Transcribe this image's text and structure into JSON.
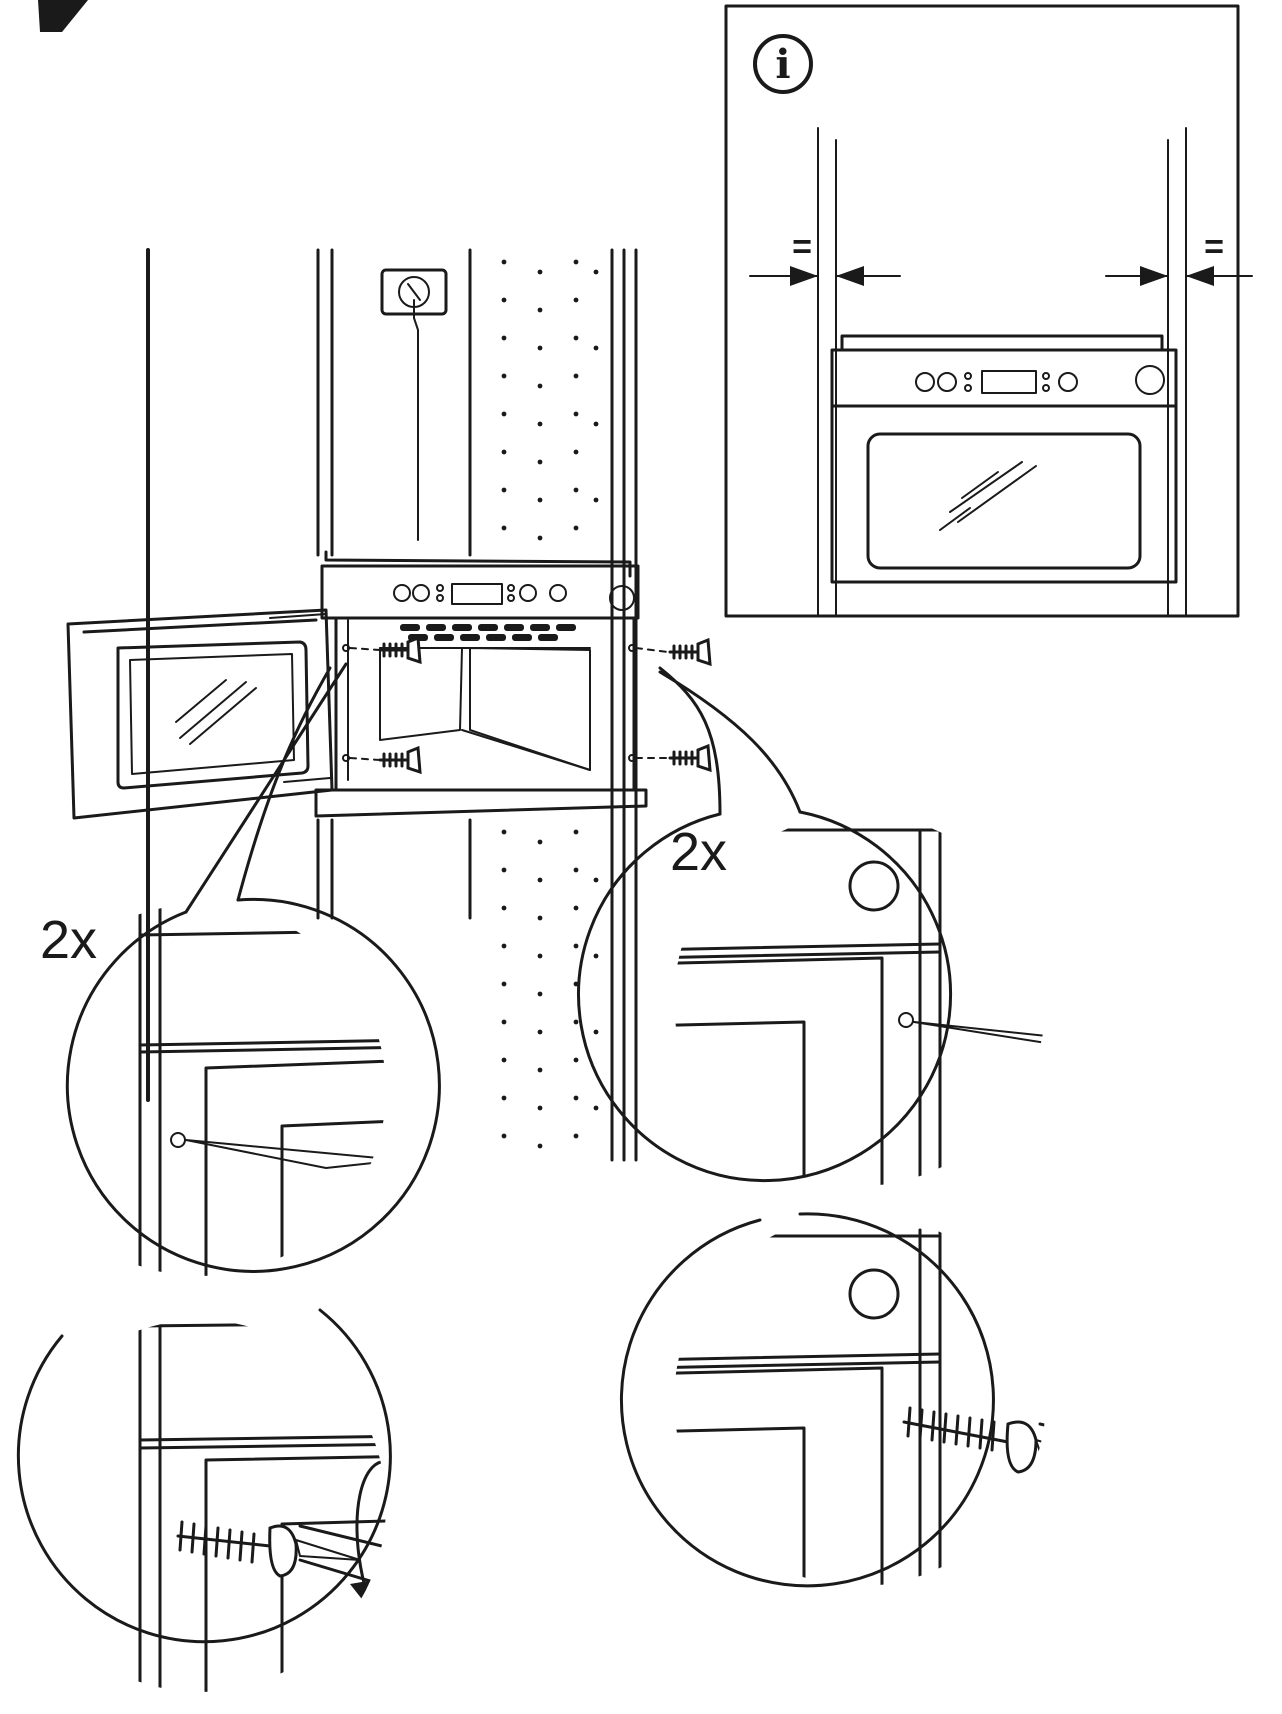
{
  "step": {
    "quantity_left": "2x",
    "quantity_right": "2x"
  },
  "info_panel": {
    "icon_letter": "i",
    "equal_mark_left": "=",
    "equal_mark_right": "="
  },
  "icons": [
    "info-icon",
    "rotate-clockwise-icon",
    "screw-icon",
    "screwdriver-icon",
    "power-socket-icon"
  ]
}
